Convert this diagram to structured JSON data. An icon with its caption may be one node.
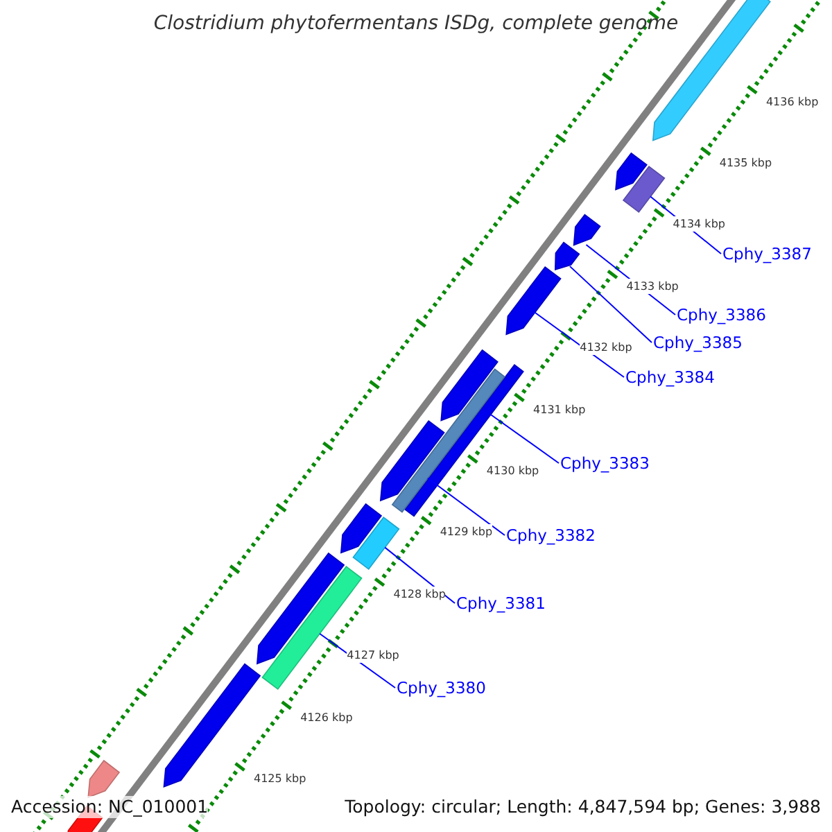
{
  "diagram": {
    "title": "Clostridium phytofermentans ISDg, complete genome",
    "nodes": [
      {
        "text": [
          "Cphy_3387"
        ]
      },
      {
        "text": [
          "Cphy_3386"
        ]
      },
      {
        "text": [
          "Cphy_3385"
        ]
      },
      {
        "text": [
          "Cphy_3384"
        ]
      },
      {
        "text": [
          "Cphy_3383"
        ]
      },
      {
        "text": [
          "Cphy_3382"
        ]
      },
      {
        "text": [
          "Cphy_3381"
        ]
      },
      {
        "text": [
          "Cphy_3380"
        ]
      },
      {
        "text": [],
        "shape": "box"
      },
      {
        "text": [],
        "shape": "arrow"
      },
      {
        "text": [],
        "shape": "arrow"
      },
      {
        "text": [],
        "shape": "arrow"
      },
      {
        "text": [],
        "shape": "box"
      },
      {
        "text": [],
        "shape": "box"
      },
      {
        "text": [],
        "shape": "box"
      },
      {
        "text": [],
        "shape": "box"
      },
      {
        "text": [],
        "shape": "arrow"
      },
      {
        "text": [],
        "shape": "arrow"
      },
      {
        "text": [],
        "shape": "arrow"
      },
      {
        "text": [],
        "shape": "arrow"
      },
      {
        "text": [],
        "shape": "arrow"
      },
      {
        "text": [],
        "shape": "arrow"
      },
      {
        "text": [],
        "shape": "arrow"
      },
      {
        "text": [],
        "shape": "arrow"
      },
      {
        "text": [],
        "shape": "arrow"
      }
    ],
    "edges": [
      {
        "from": 0,
        "to": 8,
        "arrow": "none"
      },
      {
        "from": 1,
        "to": 9,
        "arrow": "none"
      },
      {
        "from": 2,
        "to": 10,
        "arrow": "none"
      },
      {
        "from": 3,
        "to": 11,
        "arrow": "none"
      },
      {
        "from": 4,
        "to": 12,
        "arrow": "none"
      },
      {
        "from": 5,
        "to": 13,
        "arrow": "none"
      },
      {
        "from": 6,
        "to": 14,
        "arrow": "none"
      },
      {
        "from": 7,
        "to": 15,
        "arrow": "none"
      }
    ],
    "labels": [
      "4136 kbp",
      "4135 kbp",
      "4134 kbp",
      "4133 kbp",
      "4132 kbp",
      "4131 kbp",
      "4130 kbp",
      "4129 kbp",
      "4128 kbp",
      "4127 kbp",
      "4126 kbp",
      "4125 kbp",
      "Accession: NC_010001",
      "Topology: circular; Length: 4,847,594 bp; Genes: 3,988"
    ]
  }
}
